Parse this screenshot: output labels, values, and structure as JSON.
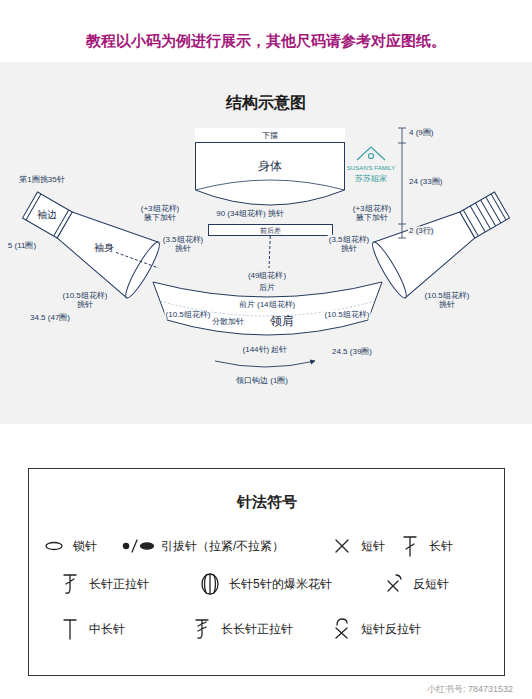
{
  "diagram": {
    "title": "结构示意图",
    "caption": "教程以小码为例进行展示，其他尺码请参考对应图纸。",
    "nodes": [
      {
        "text": [
          "身体"
        ]
      },
      {
        "text": [
          "下摆"
        ],
        "in": 0
      },
      {
        "text": [
          "前后差"
        ]
      },
      {
        "text": [
          "袖边"
        ]
      },
      {
        "text": [
          "袖身"
        ]
      },
      {
        "text": [
          "领肩"
        ]
      },
      {
        "text": [
          "针法符号"
        ]
      }
    ],
    "edges": [
      {
        "from": 2,
        "to": 5,
        "arrow": "none"
      },
      {
        "from": 4,
        "to": 5,
        "arrow": "none"
      }
    ],
    "labels": [
      "第1圈挑35针",
      "5 (11圈)",
      "34.5 (47圈)",
      "(10.5组花样) 挑针",
      "(+3组花样) 腋下加针",
      "(3.5组花样) 挑针",
      "90 (34组花样) 挑针",
      "(+3组花样) 腋下加针",
      "(3.5组花样) 挑针",
      "(10.5组花样) 挑针",
      "4 (9圈)",
      "24 (33圈)",
      "2 (3行)",
      "SUSAN'S FAMILY",
      "苏苏姐家",
      "(49组花样)",
      "后片",
      "前片 (14组花样)",
      "(10.5组花样)",
      "分散加针",
      "(10.5组花样)",
      "(144针) 起针",
      "24.5 (39圈)",
      "领口钩边 (1圈)",
      "小红书号: 784731532"
    ],
    "legend": [
      {
        "text": "锁针"
      },
      {
        "text": "引拔针（拉紧/不拉紧）"
      },
      {
        "text": "短针"
      },
      {
        "text": "长针"
      },
      {
        "text": "长针正拉针"
      },
      {
        "text": "长针5针的爆米花针"
      },
      {
        "text": "反短针"
      },
      {
        "text": "中长针"
      },
      {
        "text": "长长针正拉针"
      },
      {
        "text": "短针反拉针"
      }
    ]
  }
}
